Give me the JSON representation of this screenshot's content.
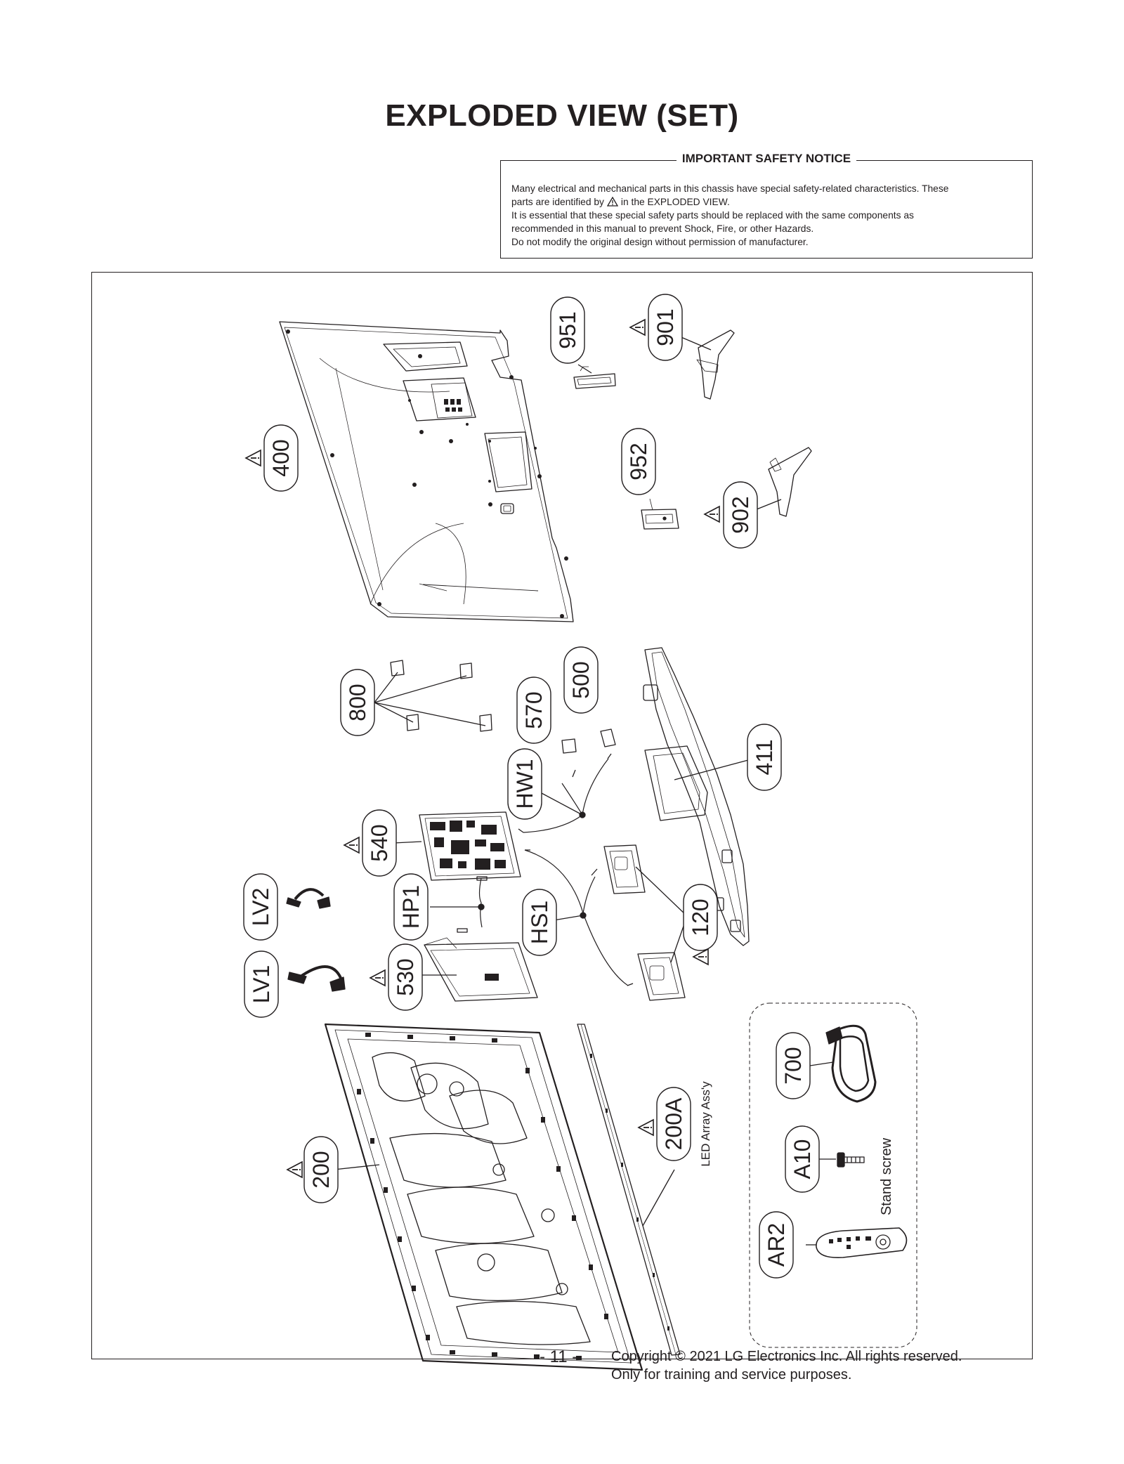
{
  "title": "EXPLODED VIEW (SET)",
  "notice": {
    "heading": "IMPORTANT SAFETY NOTICE",
    "line1": "Many electrical and mechanical parts in this chassis have special safety-related characteristics. These",
    "line2_pre": "parts are identified by",
    "line2_post": "in the EXPLODED VIEW.",
    "line3": "It is essential that these special safety parts should be replaced with the same components as",
    "line4": "recommended in this manual to prevent Shock, Fire, or other Hazards.",
    "line5": "Do not modify the original design without permission of manufacturer."
  },
  "parts": {
    "p951": "951",
    "p901": "901",
    "p952": "952",
    "p902": "902",
    "p400": "400",
    "p800": "800",
    "p570": "570",
    "p500": "500",
    "p411": "411",
    "pHW1": "HW1",
    "p540": "540",
    "pLV2": "LV2",
    "pHP1": "HP1",
    "pHS1": "HS1",
    "p120": "120",
    "pLV1": "LV1",
    "p530": "530",
    "p700": "700",
    "p200A": "200A",
    "p200": "200",
    "pA10": "A10",
    "pAR2": "AR2"
  },
  "notes": {
    "led_array": "LED Array Ass'y",
    "stand_screw": "Stand screw"
  },
  "footer": {
    "page": "- 11 -",
    "copyright": "Copyright © 2021 LG Electronics Inc. All rights reserved.",
    "training": "Only for training and service purposes."
  }
}
